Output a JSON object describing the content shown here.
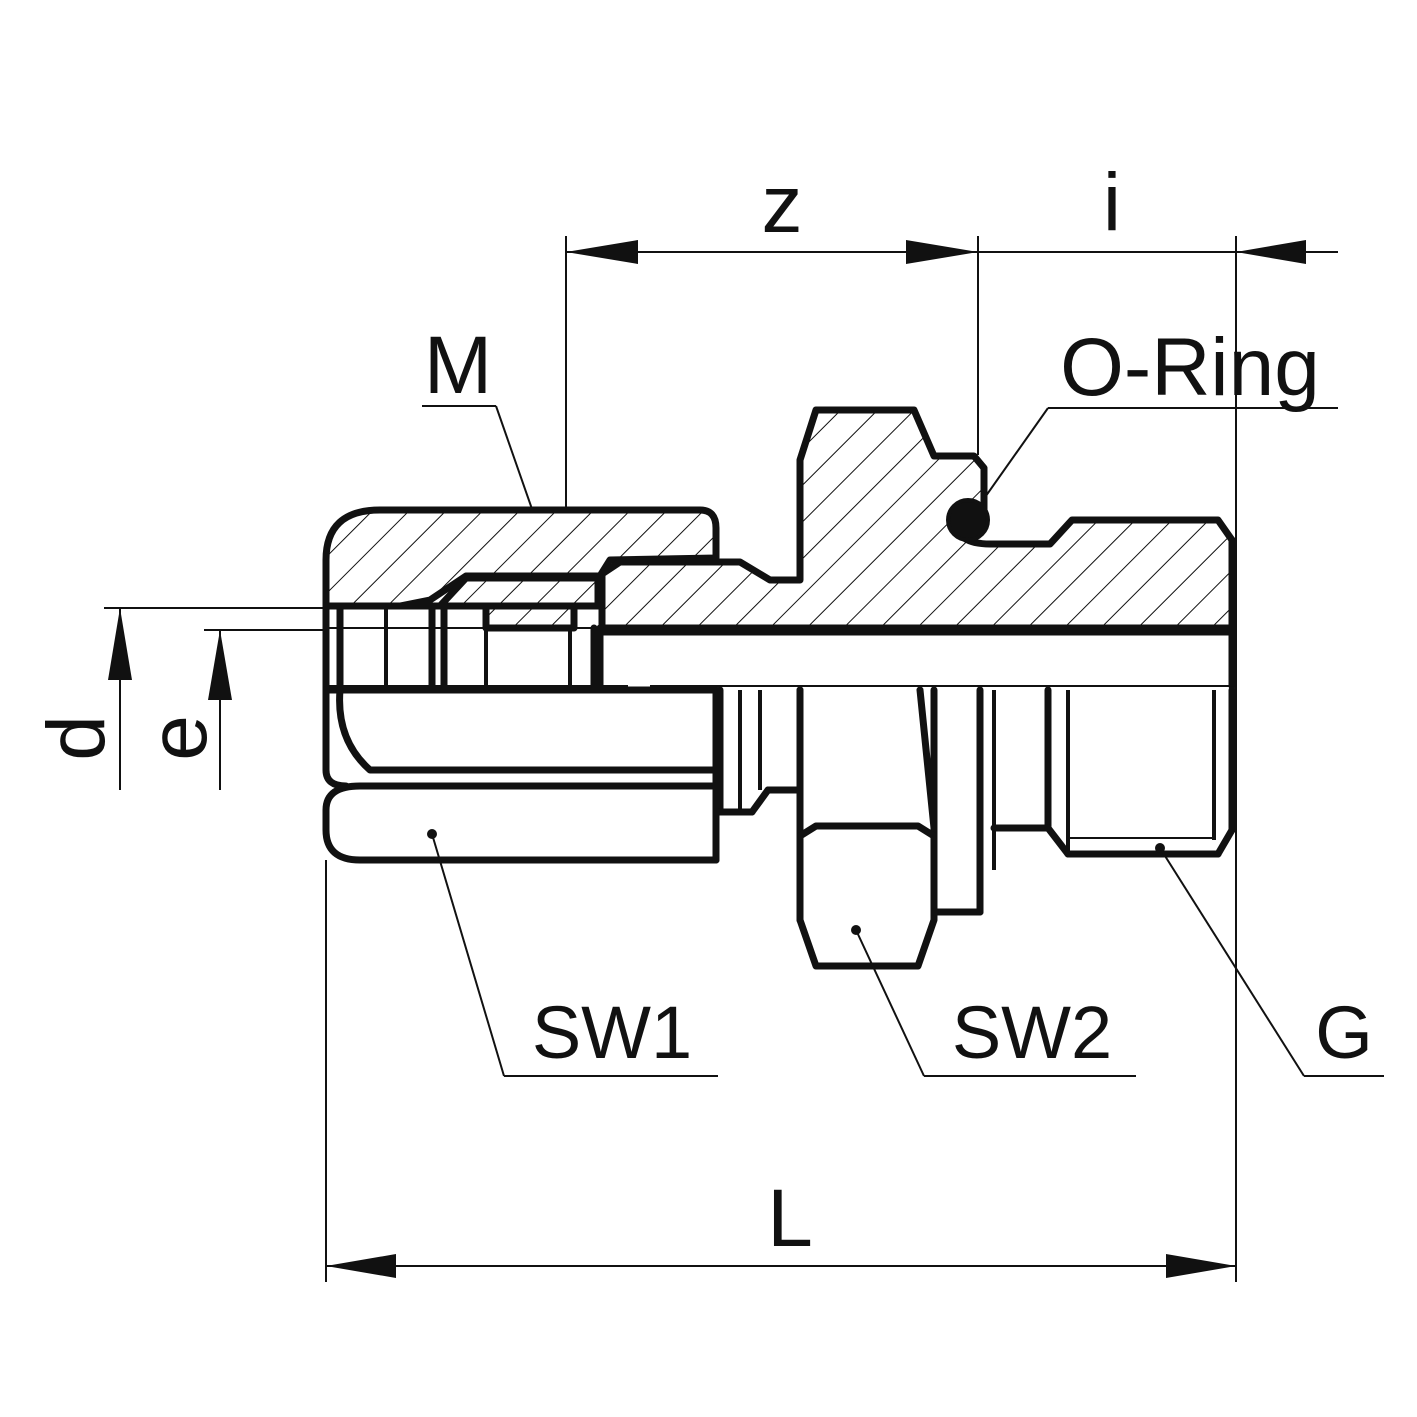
{
  "diagram": {
    "kind": "technical-drawing",
    "subject": "straight male stud connector with O-ring seal",
    "colors": {
      "line": "#111111",
      "background": "#ffffff"
    },
    "labels": {
      "z": "z",
      "i": "i",
      "M": "M",
      "o_ring": "O-Ring",
      "d": "d",
      "e": "e",
      "sw1": "SW1",
      "sw2": "SW2",
      "g": "G",
      "l": "L"
    }
  }
}
